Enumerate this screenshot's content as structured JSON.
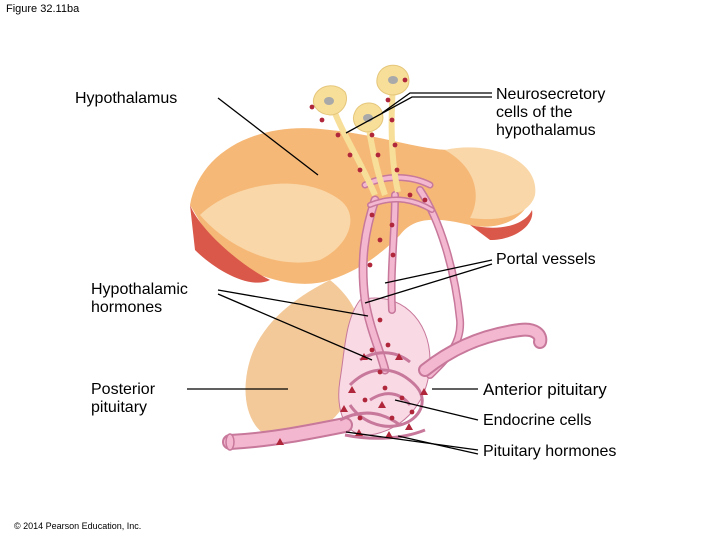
{
  "figure_label": "Figure 32.11ba",
  "copyright": "© 2014 Pearson Education, Inc.",
  "labels": {
    "hypothalamus": "Hypothalamus",
    "neurosecretory_cells": "Neurosecretory\ncells of the\nhypothalamus",
    "portal_vessels": "Portal vessels",
    "hypothalamic_hormones": "Hypothalamic\nhormones",
    "posterior_pituitary": "Posterior\npituitary",
    "anterior_pituitary": "Anterior pituitary",
    "endocrine_cells": "Endocrine cells",
    "pituitary_hormones": "Pituitary hormones"
  },
  "colors": {
    "hypothalamus_tissue": "#f6b877",
    "light_tissue": "#f9d7a8",
    "posterior_lobe": "#f3c999",
    "membrane_red": "#d9584a",
    "vessel_pink": "#f3b7cf",
    "vessel_outline": "#c7789b",
    "neuron_yellow": "#f7df9a",
    "hormone_dot": "#b0263a"
  }
}
